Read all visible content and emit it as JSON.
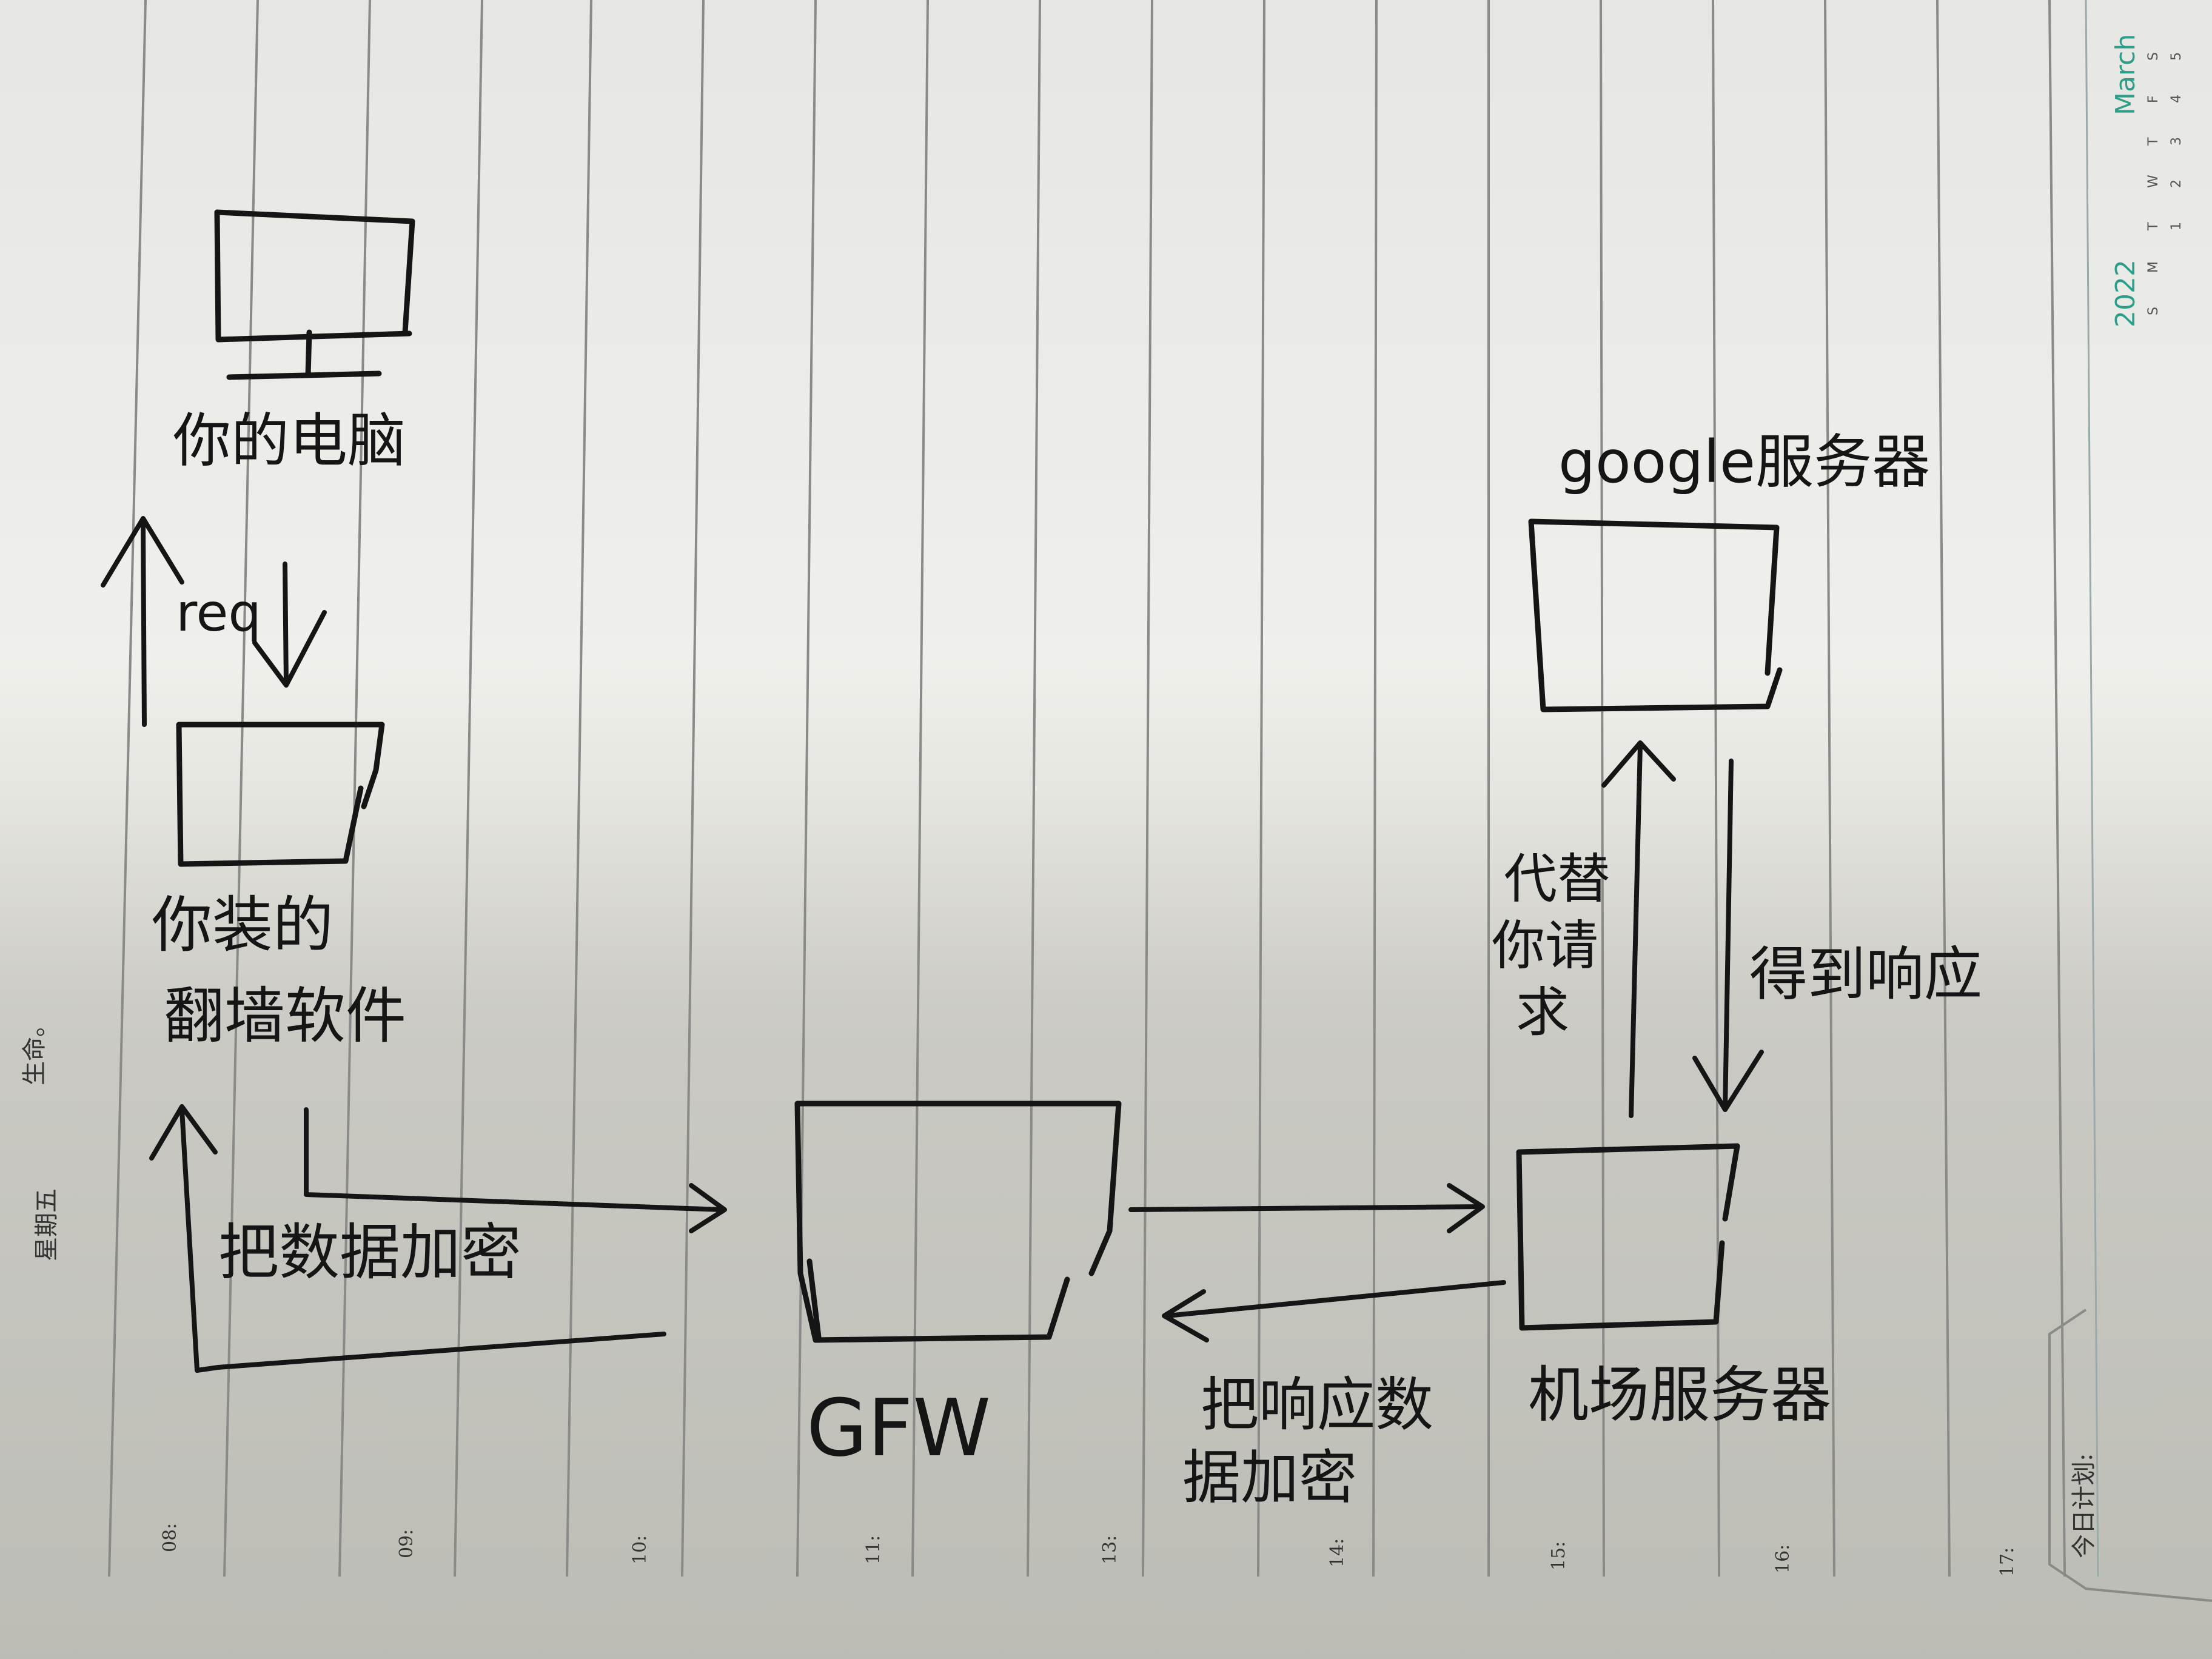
{
  "nodes": {
    "your_computer": "你的电脑",
    "vpn_software_line1": "你装的",
    "vpn_software_line2": "翻墙软件",
    "gfw": "GFW",
    "airport_server": "机场服务器",
    "google_server": "google服务器"
  },
  "edges": {
    "req": "req",
    "encrypt_data": "把数据加密",
    "encrypt_response_line1": "把响应数",
    "encrypt_response_line2": "据加密",
    "request_on_behalf_line1": "代替",
    "request_on_behalf_line2": "你请",
    "request_on_behalf_line3": "求",
    "get_response": "得到响应"
  },
  "notebook": {
    "hours": [
      "08:",
      "09:",
      "10:",
      "11:",
      "13:",
      "14:",
      "15:",
      "16:",
      "17:"
    ],
    "today_plan": "今日计划:",
    "weekday": "星期五",
    "margin_text": "生命。",
    "calendar": {
      "year": "2022",
      "month": "March",
      "weekdays": [
        "S",
        "M",
        "T",
        "W",
        "T",
        "F",
        "S"
      ],
      "dates": [
        "1",
        "2",
        "3",
        "4",
        "5"
      ]
    }
  },
  "colors": {
    "ink": "#151515",
    "calendar_accent": "#2e9e8a"
  }
}
